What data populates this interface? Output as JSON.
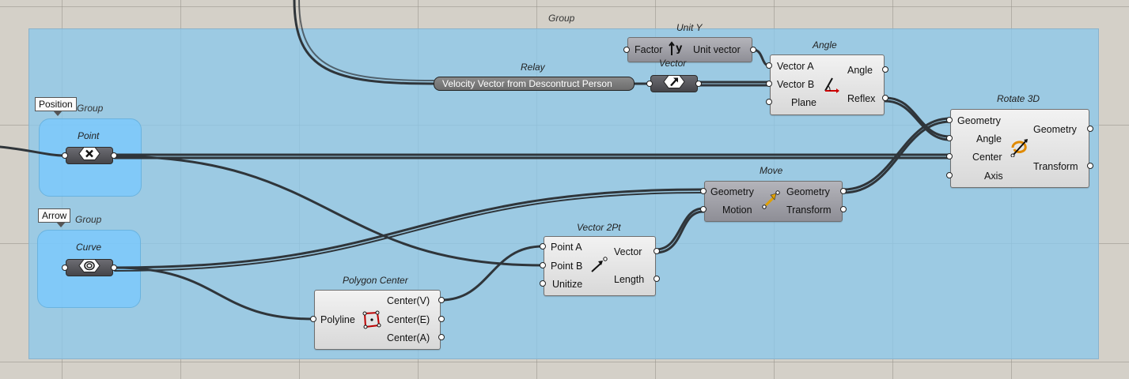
{
  "main_group": {
    "title": "Group"
  },
  "position_group": {
    "title": "Group",
    "tag": "Position"
  },
  "arrow_group": {
    "title": "Group",
    "tag": "Arrow"
  },
  "point": {
    "title": "Point"
  },
  "curve": {
    "title": "Curve"
  },
  "unit_y": {
    "title": "Unit Y",
    "inputs": [
      "Factor"
    ],
    "outputs": [
      "Unit vector"
    ]
  },
  "angle": {
    "title": "Angle",
    "inputs": [
      "Vector A",
      "Vector B",
      "Plane"
    ],
    "outputs": [
      "Angle",
      "Reflex"
    ]
  },
  "relay": {
    "title": "Relay",
    "text": "Velocity Vector from Descontruct Person"
  },
  "vector": {
    "title": "Vector"
  },
  "rotate3d": {
    "title": "Rotate 3D",
    "inputs": [
      "Geometry",
      "Angle",
      "Center",
      "Axis"
    ],
    "outputs": [
      "Geometry",
      "Transform"
    ]
  },
  "move": {
    "title": "Move",
    "inputs": [
      "Geometry",
      "Motion"
    ],
    "outputs": [
      "Geometry",
      "Transform"
    ]
  },
  "vector2pt": {
    "title": "Vector 2Pt",
    "inputs": [
      "Point A",
      "Point B",
      "Unitize"
    ],
    "outputs": [
      "Vector",
      "Length"
    ]
  },
  "polygon_center": {
    "title": "Polygon Center",
    "inputs": [
      "Polyline"
    ],
    "outputs": [
      "Center(V)",
      "Center(E)",
      "Center(A)"
    ]
  },
  "colors": {
    "group_fill": "#a8d2ea",
    "inner_group_fill": "#8ed0fa",
    "canvas": "#d4d0c8",
    "wire": "#3a4046"
  }
}
